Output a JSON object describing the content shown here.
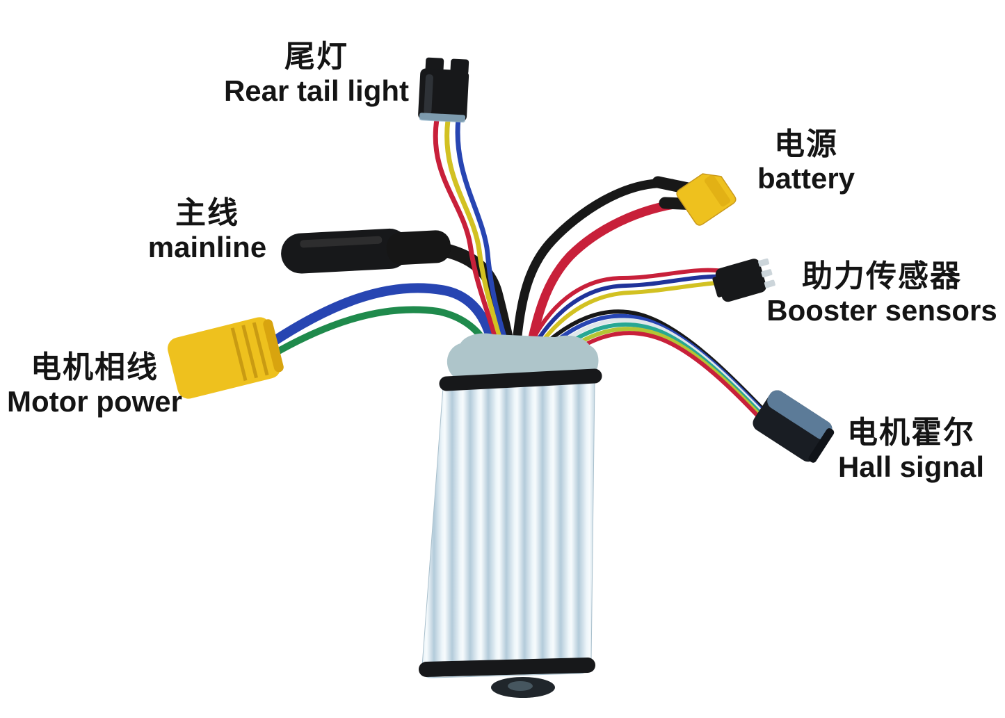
{
  "diagram": {
    "type": "labeled-photo-diagram",
    "subject": "E-scooter motor controller with six labeled wiring connectors"
  },
  "labels": {
    "tail_light": {
      "zh": "尾灯",
      "en": "Rear tail light"
    },
    "battery": {
      "zh": "电源",
      "en": "battery"
    },
    "mainline": {
      "zh": "主线",
      "en": "mainline"
    },
    "booster": {
      "zh": "助力传感器",
      "en": "Booster sensors"
    },
    "motor_power": {
      "zh": "电机相线",
      "en": "Motor power"
    },
    "hall": {
      "zh": "电机霍尔",
      "en": "Hall signal"
    }
  },
  "colors": {
    "label_text": "#141414",
    "connector_yellow": "#eec11e",
    "connector_yellow_shade": "#d8a40f",
    "connector_black": "#17181a",
    "controller_cap": "#aec5ca",
    "controller_edge": "#17181a",
    "hall_band_blue": "#6d93b5",
    "pin_silver": "#ccd5da",
    "wire_red": "#c8203a",
    "wire_yellow": "#d2c122",
    "wire_blue": "#2745b2",
    "wire_deep_blue": "#20339a",
    "wire_black": "#181818",
    "wire_green": "#1f8a4c",
    "wire_teal": "#27a793",
    "wire_white": "#dfe7ea",
    "wire_yellow_green": "#b4c435"
  }
}
